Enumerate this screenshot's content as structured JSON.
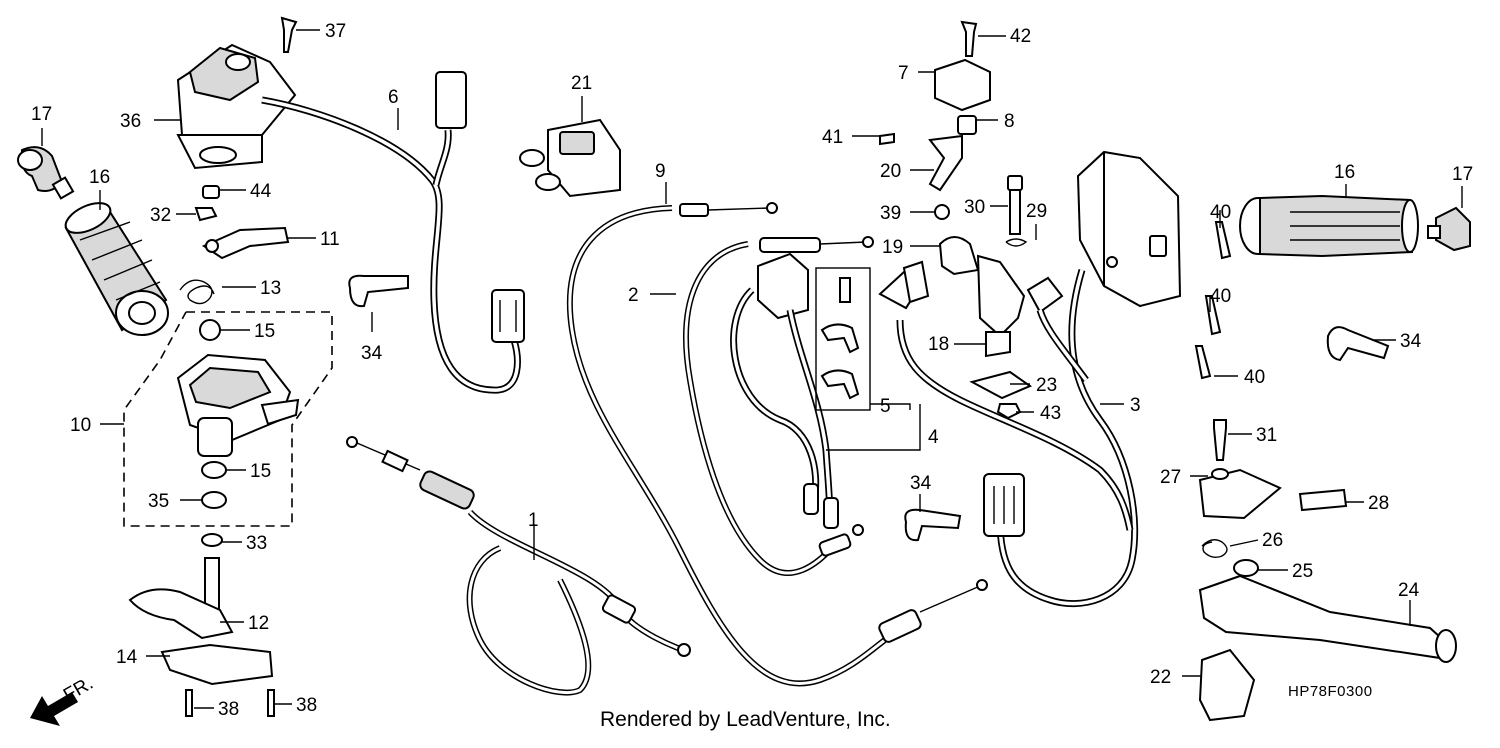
{
  "diagram_code": "HP78F0300",
  "credit": "Rendered by LeadVenture, Inc.",
  "front_marker": "FR.",
  "callouts": [
    {
      "id": "37",
      "label": "37"
    },
    {
      "id": "36",
      "label": "36"
    },
    {
      "id": "17a",
      "label": "17"
    },
    {
      "id": "16a",
      "label": "16"
    },
    {
      "id": "6",
      "label": "6"
    },
    {
      "id": "44",
      "label": "44"
    },
    {
      "id": "32",
      "label": "32"
    },
    {
      "id": "11",
      "label": "11"
    },
    {
      "id": "13",
      "label": "13"
    },
    {
      "id": "15a",
      "label": "15"
    },
    {
      "id": "10",
      "label": "10"
    },
    {
      "id": "15b",
      "label": "15"
    },
    {
      "id": "35",
      "label": "35"
    },
    {
      "id": "33",
      "label": "33"
    },
    {
      "id": "12",
      "label": "12"
    },
    {
      "id": "14",
      "label": "14"
    },
    {
      "id": "38a",
      "label": "38"
    },
    {
      "id": "38b",
      "label": "38"
    },
    {
      "id": "34a",
      "label": "34"
    },
    {
      "id": "21",
      "label": "21"
    },
    {
      "id": "9",
      "label": "9"
    },
    {
      "id": "2",
      "label": "2"
    },
    {
      "id": "1",
      "label": "1"
    },
    {
      "id": "5",
      "label": "5"
    },
    {
      "id": "4",
      "label": "4"
    },
    {
      "id": "34b",
      "label": "34"
    },
    {
      "id": "42",
      "label": "42"
    },
    {
      "id": "7",
      "label": "7"
    },
    {
      "id": "8",
      "label": "8"
    },
    {
      "id": "41",
      "label": "41"
    },
    {
      "id": "20",
      "label": "20"
    },
    {
      "id": "39",
      "label": "39"
    },
    {
      "id": "30",
      "label": "30"
    },
    {
      "id": "29",
      "label": "29"
    },
    {
      "id": "19",
      "label": "19"
    },
    {
      "id": "18",
      "label": "18"
    },
    {
      "id": "23",
      "label": "23"
    },
    {
      "id": "43",
      "label": "43"
    },
    {
      "id": "3",
      "label": "3"
    },
    {
      "id": "16b",
      "label": "16"
    },
    {
      "id": "17b",
      "label": "17"
    },
    {
      "id": "40a",
      "label": "40"
    },
    {
      "id": "40b",
      "label": "40"
    },
    {
      "id": "40c",
      "label": "40"
    },
    {
      "id": "34c",
      "label": "34"
    },
    {
      "id": "31",
      "label": "31"
    },
    {
      "id": "27",
      "label": "27"
    },
    {
      "id": "28",
      "label": "28"
    },
    {
      "id": "26",
      "label": "26"
    },
    {
      "id": "25",
      "label": "25"
    },
    {
      "id": "24",
      "label": "24"
    },
    {
      "id": "22",
      "label": "22"
    }
  ]
}
